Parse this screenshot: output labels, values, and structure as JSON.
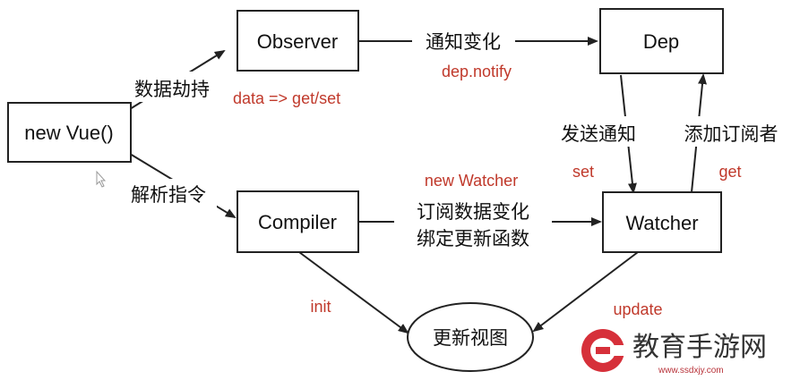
{
  "nodes": {
    "new_vue": "new Vue()",
    "observer": "Observer",
    "dep": "Dep",
    "compiler": "Compiler",
    "watcher": "Watcher",
    "update_view": "更新视图"
  },
  "edges": {
    "vue_to_observer": "数据劫持",
    "vue_to_observer_note": "data => get/set",
    "vue_to_compiler": "解析指令",
    "observer_to_dep": "通知变化",
    "observer_to_dep_note": "dep.notify",
    "dep_to_watcher": "发送通知",
    "dep_to_watcher_note": "set",
    "watcher_to_dep": "添加订阅者",
    "watcher_to_dep_note": "get",
    "compiler_to_watcher_note": "new Watcher",
    "compiler_to_watcher_line1": "订阅数据变化",
    "compiler_to_watcher_line2": "绑定更新函数",
    "compiler_to_update_note": "init",
    "watcher_to_update_note": "update"
  },
  "watermark": {
    "text": "教育手游网",
    "url": "www.ssdxjy.com",
    "logo_color": "#d6303a"
  }
}
